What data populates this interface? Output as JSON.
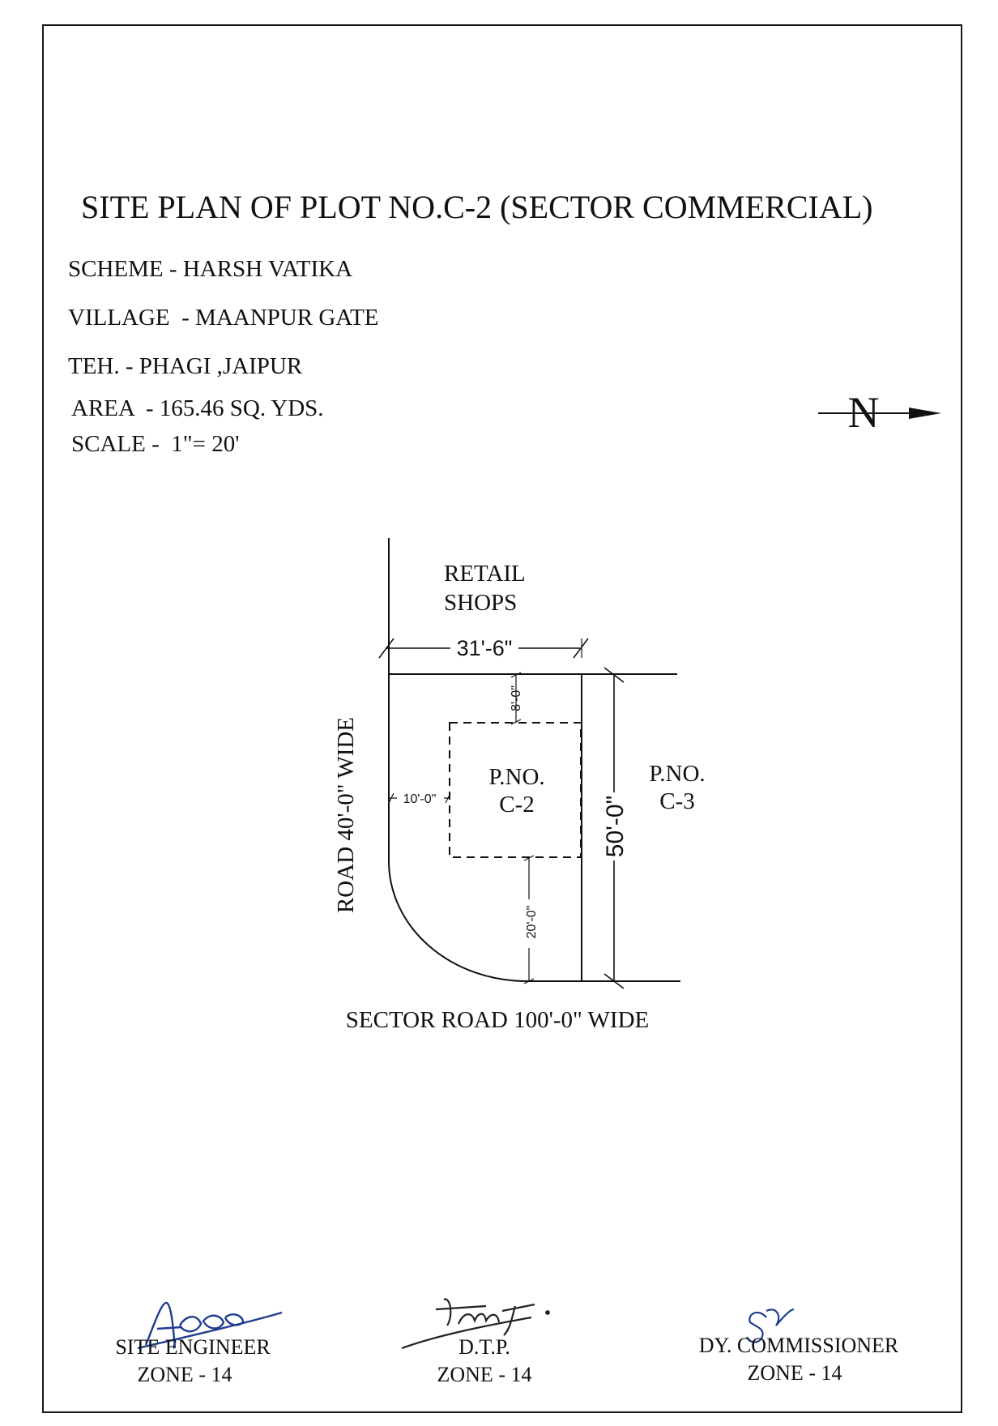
{
  "title": "SITE PLAN OF PLOT NO.C-2 (SECTOR COMMERCIAL)",
  "details": {
    "scheme": {
      "label": "SCHEME",
      "sep": " - ",
      "value": "HARSH VATIKA"
    },
    "village": {
      "label": "VILLAGE",
      "sep": "  - ",
      "value": "MAANPUR GATE"
    },
    "teh": {
      "label": "TEH.",
      "sep": " - ",
      "value": "PHAGI ,JAIPUR"
    },
    "area": {
      "label": "AREA",
      "sep": "  - ",
      "value": "165.46 SQ. YDS."
    },
    "scale": {
      "label": "SCALE",
      "sep": " -  ",
      "value": "1\"= 20'"
    }
  },
  "north_arrow": {
    "letter": "N"
  },
  "plan": {
    "north_label_line1": "RETAIL",
    "north_label_line2": "SHOPS",
    "width_dim": "31'-6\"",
    "depth_dim": "50'-0\"",
    "front_setback": "8'-0\"",
    "side_setback": "10'-0\"",
    "rear_setback": "20'-0\"",
    "plot_line1": "P.NO.",
    "plot_line2": "C-2",
    "adjacent_line1": "P.NO.",
    "adjacent_line2": "C-3",
    "west_road": "ROAD 40'-0\" WIDE",
    "south_road": "SECTOR ROAD 100'-0\" WIDE"
  },
  "signatories": [
    {
      "role": "SITE ENGINEER",
      "zone": "ZONE - 14"
    },
    {
      "role": "D.T.P.",
      "zone": "ZONE - 14"
    },
    {
      "role": "DY. COMMISSIONER",
      "zone": "ZONE - 14"
    }
  ],
  "colors": {
    "ink": "#111111",
    "signature_ink": "#1f3d8f"
  }
}
